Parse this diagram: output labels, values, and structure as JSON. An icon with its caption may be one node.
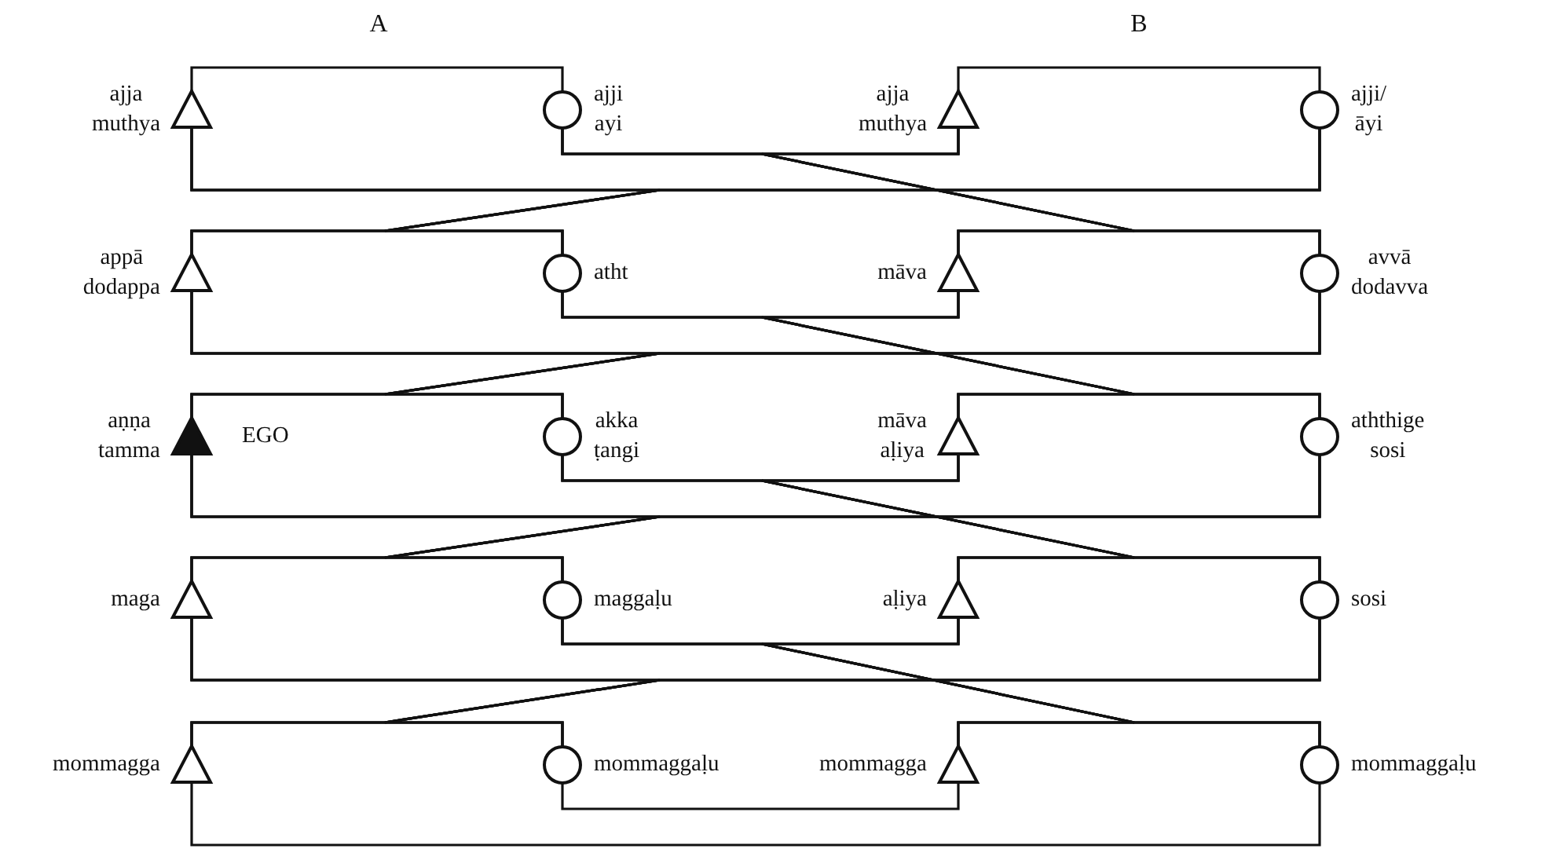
{
  "diagram": {
    "nodes": [
      {
        "text": [],
        "shape": "triangle",
        "beside": [
          "ajja muthya"
        ]
      },
      {
        "text": [],
        "shape": "circle",
        "beside": [
          "ajji ayi"
        ]
      },
      {
        "text": [],
        "shape": "triangle",
        "beside": [
          "ajja muthya"
        ]
      },
      {
        "text": [],
        "shape": "circle",
        "beside": [
          "ajji/āyi"
        ]
      },
      {
        "text": [],
        "shape": "triangle",
        "beside": [
          "appā dodappa"
        ]
      },
      {
        "text": [],
        "shape": "circle",
        "beside": [
          "atht"
        ]
      },
      {
        "text": [],
        "shape": "triangle",
        "beside": [
          "māva"
        ]
      },
      {
        "text": [],
        "shape": "circle",
        "beside": [
          "avvā dodavva"
        ]
      },
      {
        "text": [],
        "shape": "triangle",
        "beside": [
          "aṇṇa tamma",
          "EGO"
        ]
      },
      {
        "text": [],
        "shape": "circle",
        "beside": [
          "akka ṭangi"
        ]
      },
      {
        "text": [],
        "shape": "triangle",
        "beside": [
          "māva aḷiya"
        ]
      },
      {
        "text": [],
        "shape": "circle",
        "beside": [
          "aththige sosi"
        ]
      },
      {
        "text": [],
        "shape": "triangle",
        "beside": [
          "maga"
        ]
      },
      {
        "text": [],
        "shape": "circle",
        "beside": [
          "maggaḷu"
        ]
      },
      {
        "text": [],
        "shape": "triangle",
        "beside": [
          "aḷiya"
        ]
      },
      {
        "text": [],
        "shape": "circle",
        "beside": [
          "sosi"
        ]
      },
      {
        "text": [],
        "shape": "triangle",
        "beside": [
          "mommagga"
        ]
      },
      {
        "text": [],
        "shape": "circle",
        "beside": [
          "mommaggaḷu"
        ]
      },
      {
        "text": [],
        "shape": "triangle",
        "beside": [
          "mommagga"
        ]
      },
      {
        "text": [],
        "shape": "circle",
        "beside": [
          "mommaggaḷu"
        ]
      }
    ],
    "edges": [
      {
        "from": 0,
        "to": 1,
        "arrow": "none"
      },
      {
        "from": 2,
        "to": 3,
        "arrow": "none"
      },
      {
        "from": 0,
        "to": 3,
        "arrow": "none"
      },
      {
        "from": 1,
        "to": 2,
        "arrow": "none"
      },
      {
        "from": 4,
        "to": 5,
        "arrow": "none"
      },
      {
        "from": 6,
        "to": 7,
        "arrow": "none"
      },
      {
        "from": 4,
        "to": 7,
        "arrow": "none"
      },
      {
        "from": 5,
        "to": 6,
        "arrow": "none"
      },
      {
        "from": 8,
        "to": 9,
        "arrow": "none"
      },
      {
        "from": 10,
        "to": 11,
        "arrow": "none"
      },
      {
        "from": 8,
        "to": 11,
        "arrow": "none"
      },
      {
        "from": 9,
        "to": 10,
        "arrow": "none"
      },
      {
        "from": 12,
        "to": 13,
        "arrow": "none"
      },
      {
        "from": 14,
        "to": 15,
        "arrow": "none"
      },
      {
        "from": 12,
        "to": 15,
        "arrow": "none"
      },
      {
        "from": 13,
        "to": 14,
        "arrow": "none"
      },
      {
        "from": 16,
        "to": 17,
        "arrow": "none"
      },
      {
        "from": 18,
        "to": 19,
        "arrow": "none"
      },
      {
        "from": 16,
        "to": 19,
        "arrow": "none"
      },
      {
        "from": 17,
        "to": 18,
        "arrow": "none"
      },
      {
        "from": 0,
        "to": 4,
        "arrow": "none"
      },
      {
        "from": 0,
        "to": 5,
        "arrow": "none"
      },
      {
        "from": 3,
        "to": 4,
        "arrow": "none"
      },
      {
        "from": 3,
        "to": 5,
        "arrow": "none"
      },
      {
        "from": 1,
        "to": 6,
        "arrow": "none"
      },
      {
        "from": 1,
        "to": 7,
        "arrow": "none"
      },
      {
        "from": 2,
        "to": 6,
        "arrow": "none"
      },
      {
        "from": 2,
        "to": 7,
        "arrow": "none"
      },
      {
        "from": 4,
        "to": 8,
        "arrow": "none"
      },
      {
        "from": 4,
        "to": 9,
        "arrow": "none"
      },
      {
        "from": 7,
        "to": 8,
        "arrow": "none"
      },
      {
        "from": 7,
        "to": 9,
        "arrow": "none"
      },
      {
        "from": 5,
        "to": 10,
        "arrow": "none"
      },
      {
        "from": 5,
        "to": 11,
        "arrow": "none"
      },
      {
        "from": 6,
        "to": 10,
        "arrow": "none"
      },
      {
        "from": 6,
        "to": 11,
        "arrow": "none"
      },
      {
        "from": 8,
        "to": 12,
        "arrow": "none"
      },
      {
        "from": 8,
        "to": 13,
        "arrow": "none"
      },
      {
        "from": 11,
        "to": 12,
        "arrow": "none"
      },
      {
        "from": 11,
        "to": 13,
        "arrow": "none"
      },
      {
        "from": 9,
        "to": 14,
        "arrow": "none"
      },
      {
        "from": 9,
        "to": 15,
        "arrow": "none"
      },
      {
        "from": 10,
        "to": 14,
        "arrow": "none"
      },
      {
        "from": 10,
        "to": 15,
        "arrow": "none"
      },
      {
        "from": 12,
        "to": 16,
        "arrow": "none"
      },
      {
        "from": 12,
        "to": 17,
        "arrow": "none"
      },
      {
        "from": 15,
        "to": 16,
        "arrow": "none"
      },
      {
        "from": 15,
        "to": 17,
        "arrow": "none"
      },
      {
        "from": 13,
        "to": 18,
        "arrow": "none"
      },
      {
        "from": 13,
        "to": 19,
        "arrow": "none"
      },
      {
        "from": 14,
        "to": 18,
        "arrow": "none"
      },
      {
        "from": 14,
        "to": 19,
        "arrow": "none"
      }
    ],
    "labels": [
      "A",
      "B"
    ]
  }
}
